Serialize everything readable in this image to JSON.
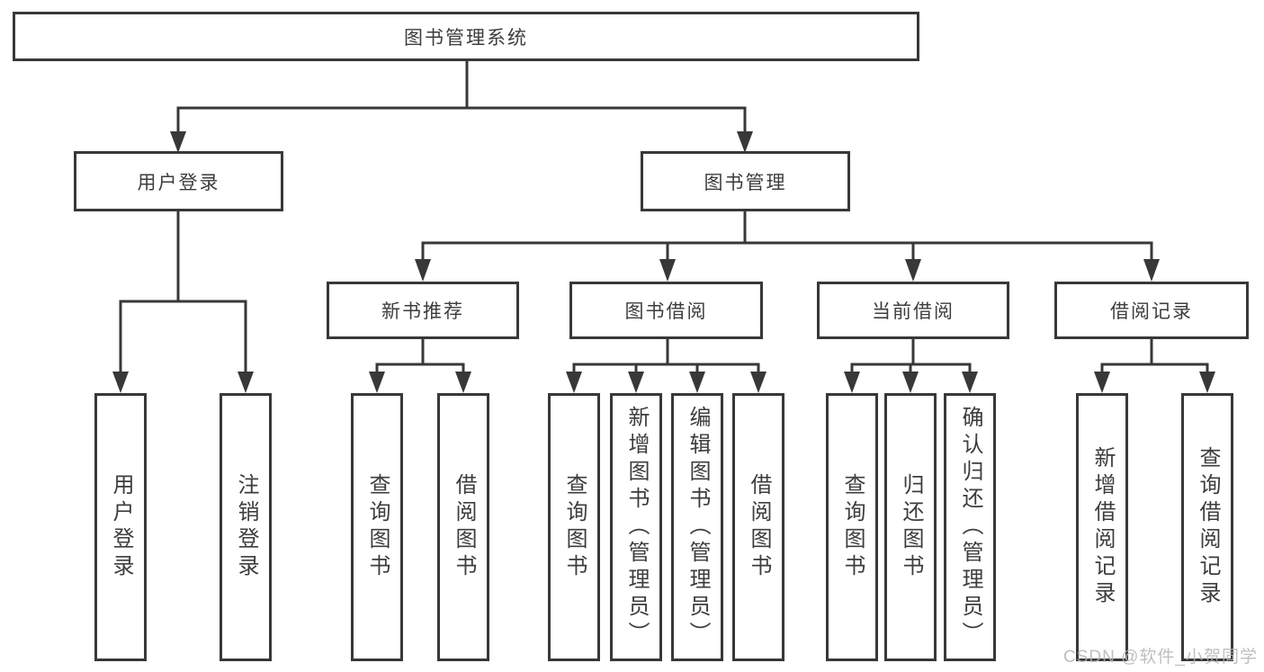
{
  "diagram": {
    "root": {
      "label": "图书管理系统"
    },
    "branches": [
      {
        "label": "用户登录",
        "children": [
          {
            "label": "用户登录"
          },
          {
            "label": "注销登录"
          }
        ]
      },
      {
        "label": "图书管理",
        "children": [
          {
            "label": "新书推荐",
            "children": [
              {
                "label": "查询图书"
              },
              {
                "label": "借阅图书"
              }
            ]
          },
          {
            "label": "图书借阅",
            "children": [
              {
                "label": "查询图书"
              },
              {
                "label": "新增图书（管理员）"
              },
              {
                "label": "编辑图书（管理员）"
              },
              {
                "label": "借阅图书"
              }
            ]
          },
          {
            "label": "当前借阅",
            "children": [
              {
                "label": "查询图书"
              },
              {
                "label": "归还图书"
              },
              {
                "label": "确认归还（管理员）"
              }
            ]
          },
          {
            "label": "借阅记录",
            "children": [
              {
                "label": "新增借阅记录"
              },
              {
                "label": "查询借阅记录"
              }
            ]
          }
        ]
      }
    ]
  },
  "watermark": {
    "text": "CSDN @软件_小贺同学"
  },
  "colors": {
    "line": "#383838",
    "text": "#3d3d3d",
    "watermark": "#b4b4b4",
    "background": "#ffffff"
  }
}
